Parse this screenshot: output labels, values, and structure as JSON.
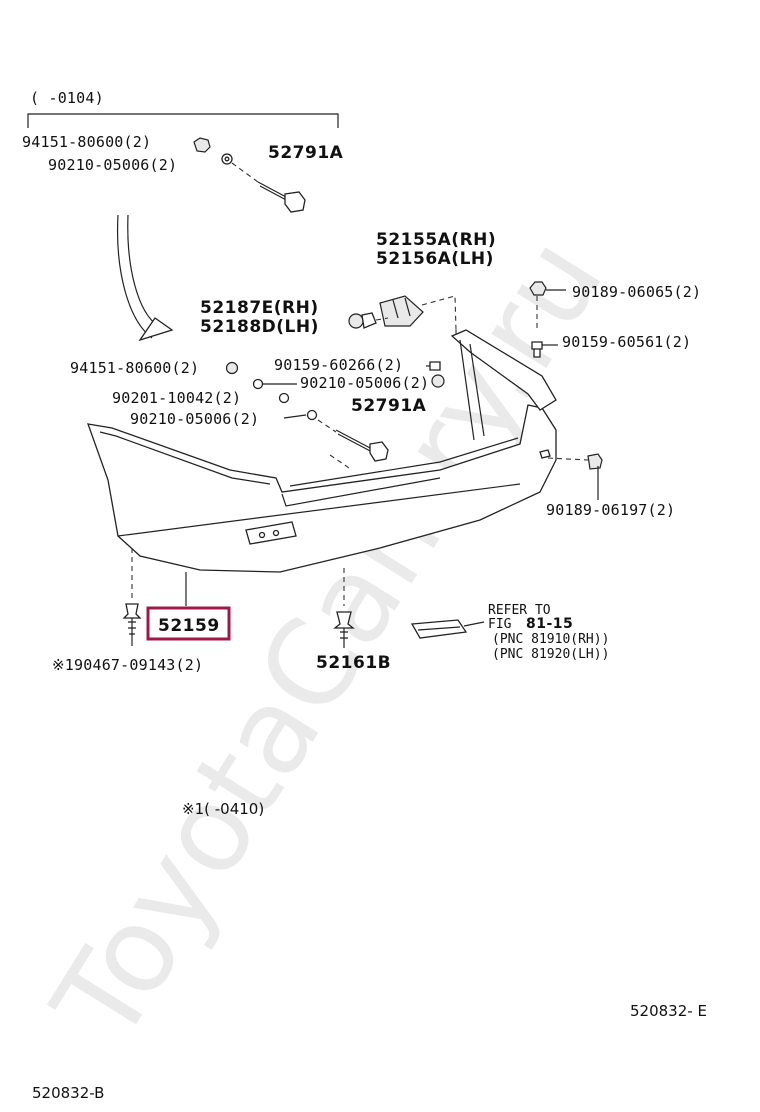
{
  "watermark": "ToyotaCamry.ru",
  "bracket_note": "(        -0104)",
  "parts": {
    "p94151_top": "94151-80600(2)",
    "p90210_top": "90210-05006(2)",
    "p52791A_top": "52791A",
    "p52155A": "52155A(RH)",
    "p52156A": "52156A(LH)",
    "p52187E": "52187E(RH)",
    "p52188D": "52188D(LH)",
    "p90189_06065": "90189-06065(2)",
    "p90159_60561": "90159-60561(2)",
    "p94151_mid": "94151-80600(2)",
    "p90159_60266": "90159-60266(2)",
    "p90210_mid": "90210-05006(2)",
    "p90201": "90201-10042(2)",
    "p90210_low": "90210-05006(2)",
    "p52791A_mid": "52791A",
    "p90189_06197": "90189-06197(2)",
    "p52159": "52159",
    "p190467": "※190467-09143(2)",
    "p52161B": "52161B"
  },
  "refer": {
    "line1": "REFER TO",
    "line2_prefix": "FIG",
    "line2_fig": "81-15",
    "line3": "(PNC  81910(RH))",
    "line4": "(PNC  81920(LH))"
  },
  "footnote": "※1(        -0410)",
  "code_right": "520832- E",
  "code_left": "520832-B",
  "highlight_color": "#a0184a"
}
